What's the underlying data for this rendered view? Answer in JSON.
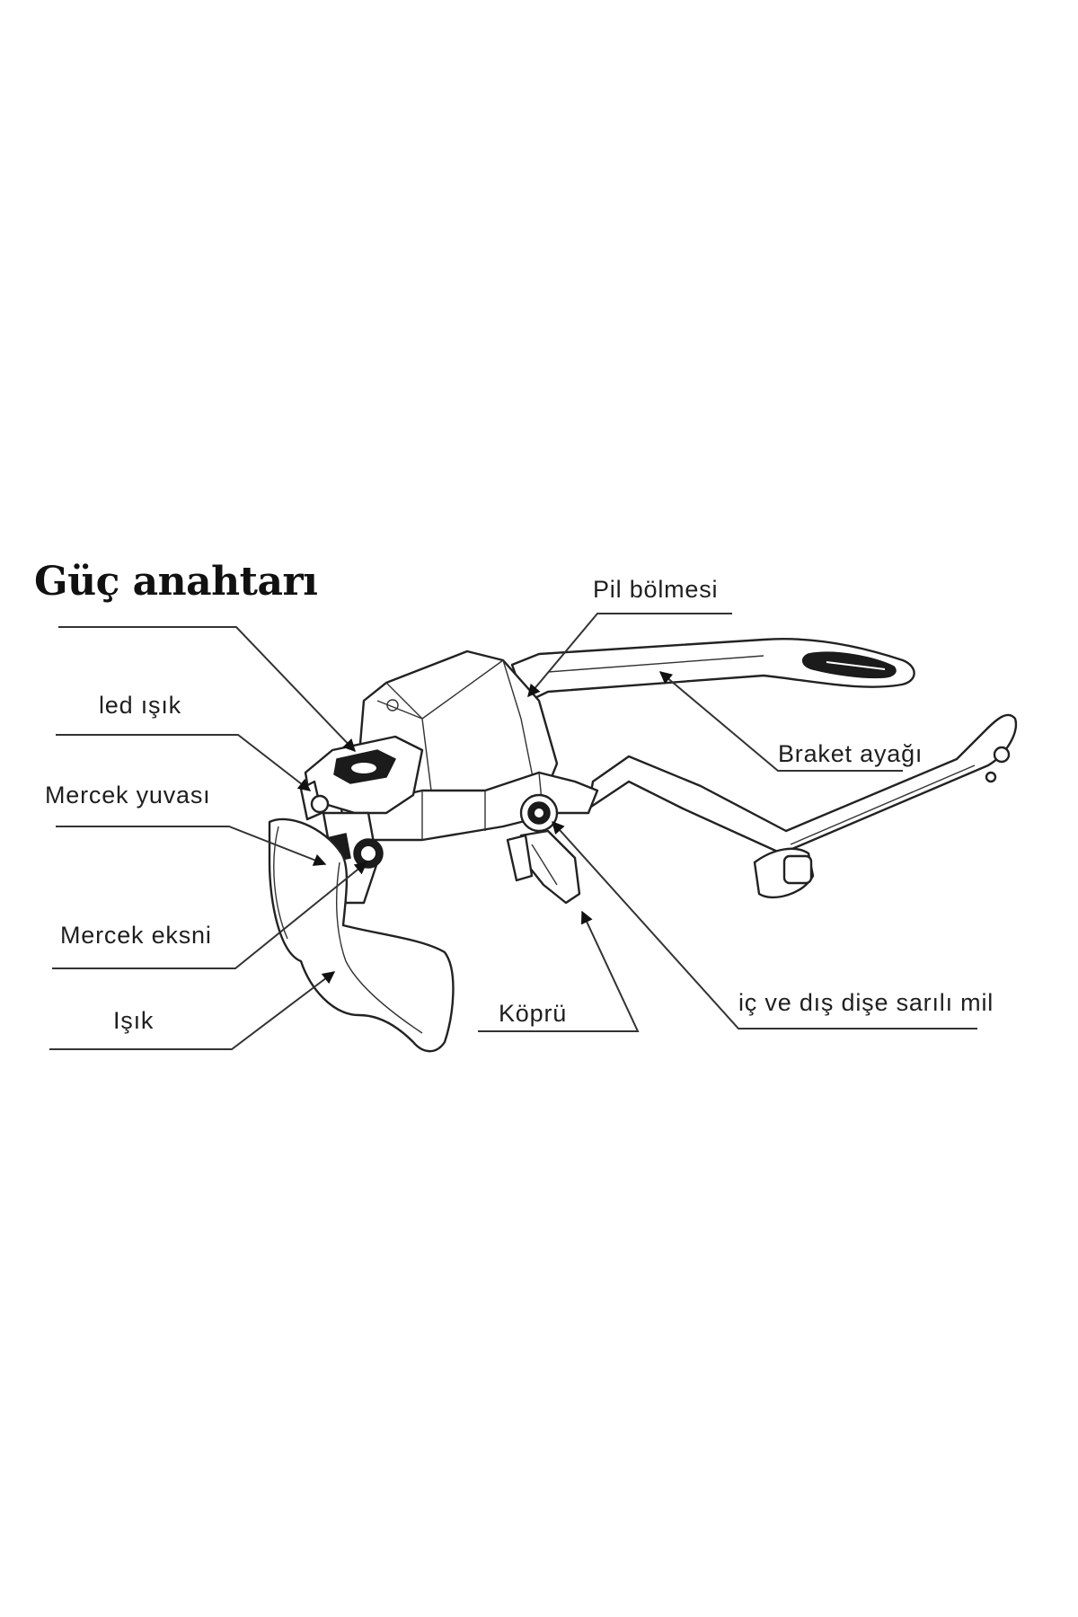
{
  "title": "Güç anahtarı",
  "labels": {
    "led_light": "led ışık",
    "lens_slot": "Mercek  yuvası",
    "lens_axis": "Mercek eksni",
    "light": "Işık",
    "battery": "Pil bölmesi",
    "bracket_leg": "Braket  ayağı",
    "bridge": "Köprü",
    "threaded_shaft": "iç ve dış dişe sarılı mil"
  },
  "colors": {
    "ink": "#222222",
    "background": "#ffffff"
  }
}
